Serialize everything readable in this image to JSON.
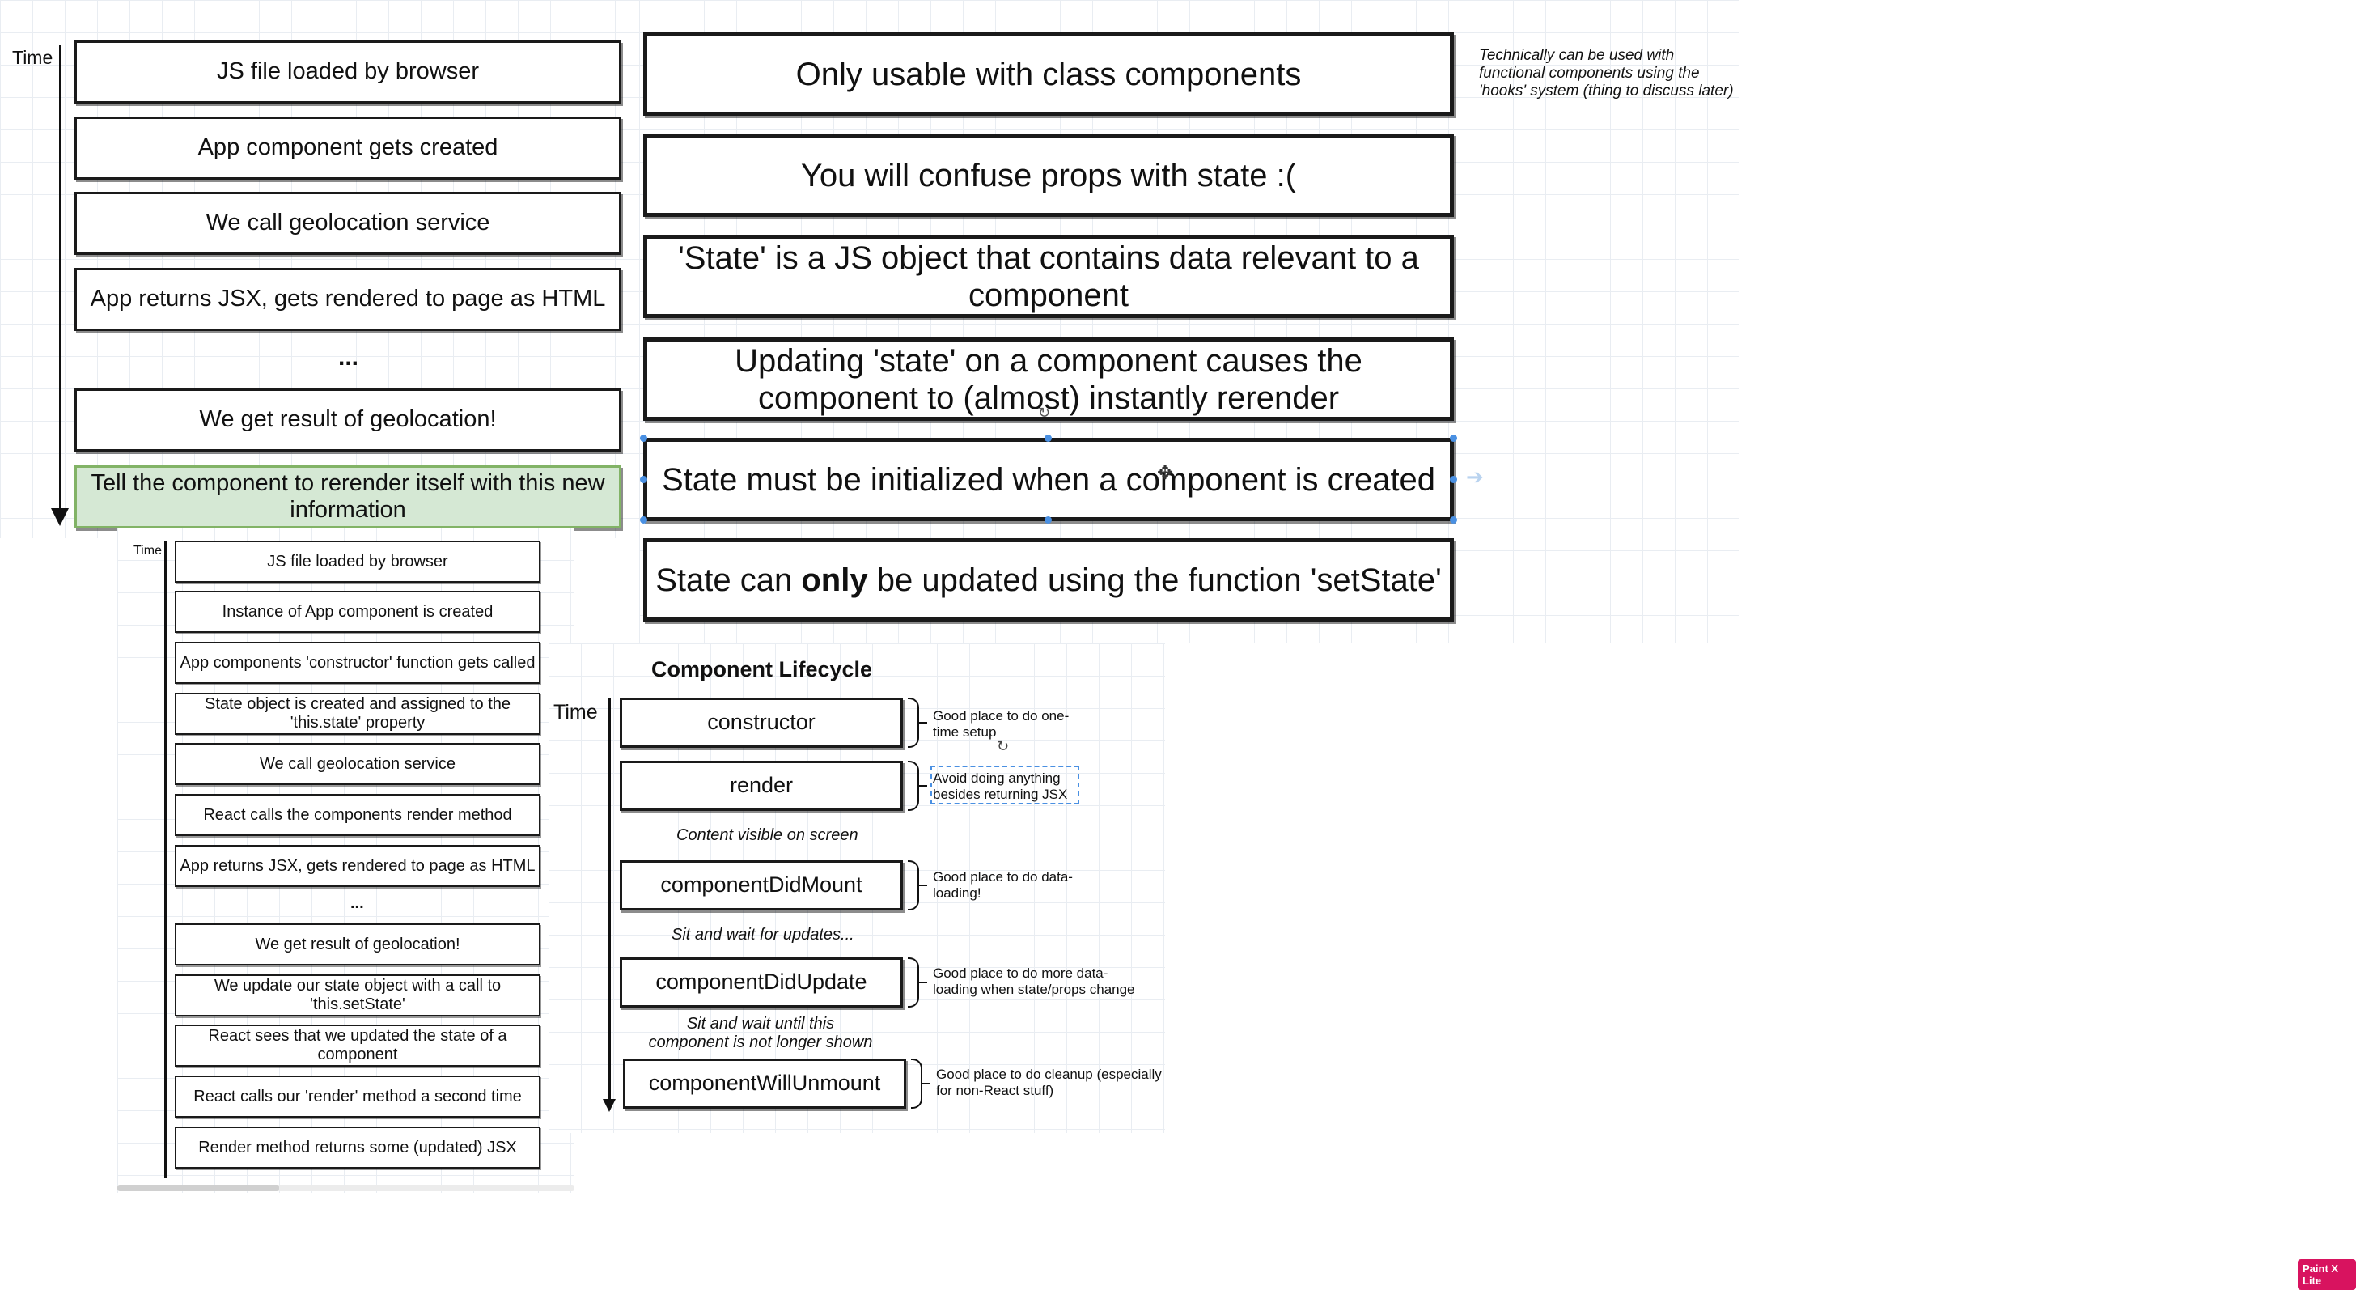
{
  "timeline_a": {
    "time_label": "Time",
    "boxes": [
      "JS file loaded by browser",
      "App component gets created",
      "We call geolocation service",
      "App returns JSX, gets rendered to page as HTML",
      "We get result of geolocation!",
      "Tell the component to rerender itself with this new information"
    ],
    "ellipsis": "..."
  },
  "rules": {
    "boxes": [
      "Only usable with class components",
      "You will confuse props with state :(",
      "'State' is a JS object that contains data relevant to a component",
      "Updating 'state' on a component causes the component to (almost) instantly rerender",
      "State must be initialized when a component is created"
    ],
    "last_box": {
      "before": "State can ",
      "bold": "only",
      "after": " be updated using the function 'setState'"
    },
    "side_note": "Technically can be used with functional components using the 'hooks' system (thing to discuss later)"
  },
  "timeline_b": {
    "time_label": "Time",
    "boxes": [
      "JS file loaded by browser",
      "Instance of App component is created",
      "App components 'constructor' function gets called",
      "State object is created and assigned to the 'this.state' property",
      "We call geolocation service",
      "React calls the components render method",
      "App returns JSX, gets rendered to page as HTML",
      "We get result of geolocation!",
      "We update our state object with a call to 'this.setState'",
      "React sees that we updated the state of a component",
      "React calls our 'render' method a second time",
      "Render method returns some (updated) JSX"
    ],
    "ellipsis": "..."
  },
  "lifecycle": {
    "title": "Component Lifecycle",
    "time_label": "Time",
    "methods": [
      "constructor",
      "render",
      "componentDidMount",
      "componentDidUpdate",
      "componentWillUnmount"
    ],
    "notes": [
      "Good place to do one-time setup",
      "Avoid doing anything besides returning JSX",
      "Good place to do data-loading!",
      "Good place to do more data-loading when state/props change",
      "Good place to do cleanup (especially for non-React stuff)"
    ],
    "between": [
      "Content visible on screen",
      "Sit and wait for updates...",
      "Sit and wait until this component is not longer shown"
    ]
  },
  "app_badge": "Paint X Lite",
  "colors": {
    "highlight_fill": "#d5e8d4",
    "highlight_border": "#82b366",
    "selection": "#4a90e2",
    "badge": "#d8135f"
  }
}
